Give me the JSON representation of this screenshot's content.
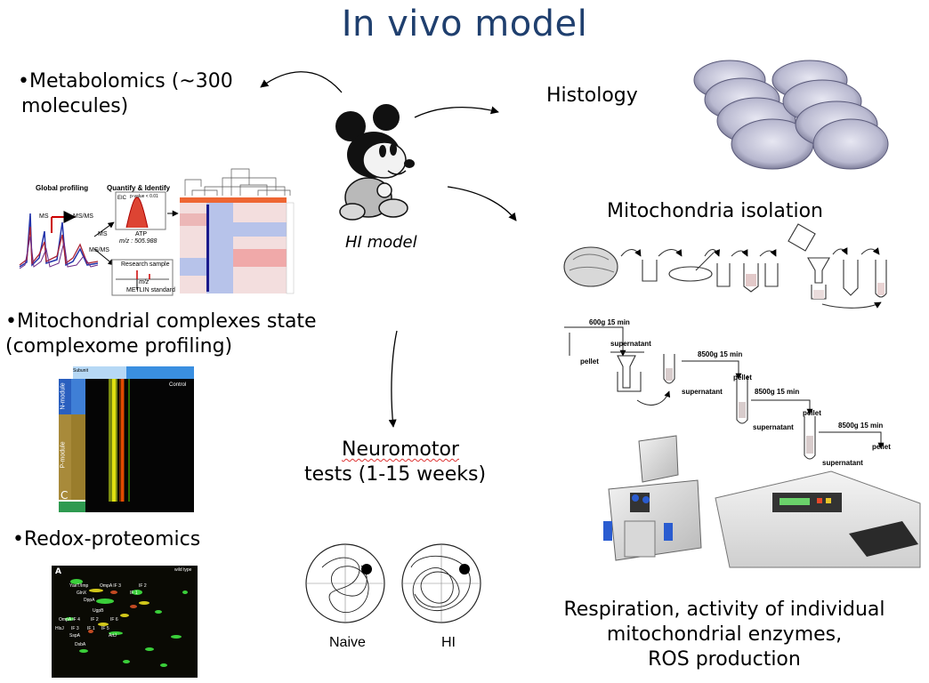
{
  "title": "In vivo model",
  "center": {
    "label": "HI model"
  },
  "left": {
    "metabolomics": {
      "line1": "•Metabolomics (~300",
      "line2": "molecules)"
    },
    "metabolomics_figure": {
      "global_profiling": "Global profiling",
      "quantify_identify": "Quantify & Identify",
      "ms": "MS",
      "ms_msms": "MS/MS",
      "ms_left": "MS",
      "msms_left": "MS/MS",
      "eic": "EIC",
      "pvalue": "p-value < 0.01",
      "atp": "ATP",
      "mz": "m/z : 505.988",
      "research_sample": "Research sample",
      "mz2": "m/z",
      "metlin": "METLIN standard"
    },
    "complexes": {
      "line1": "•Mitochondrial complexes state",
      "line2": "(complexome profiling)"
    },
    "complexome_figure": {
      "subunit": "Subunit",
      "n_module": "N-module",
      "p_module": "P-module",
      "c": "C",
      "control": "Control"
    },
    "redox": {
      "label": "•Redox-proteomics"
    },
    "redox_figure": {
      "panel": "A",
      "wild_type": "wild type",
      "spots": [
        "YaeT/Imp",
        "OmpA IF 3",
        "IF 2",
        "GlnX",
        "IF 1",
        "DppA",
        "UgpB",
        "OmpA IF 4",
        "IF 2",
        "IF 6",
        "HlsJ",
        "IF 3",
        "IF 1",
        "IF 5",
        "SspA",
        "ArtJ",
        "DsbA"
      ]
    }
  },
  "right": {
    "histology": {
      "label": "Histology"
    },
    "mito_isolation": {
      "label": "Mitochondria isolation"
    },
    "centrifugation": {
      "step1": "600g 15 min",
      "supernatant1": "supernatant",
      "pellet1": "pellet",
      "step2": "8500g 15 min",
      "supernatant2": "supernatant",
      "pellet2": "pellet",
      "step3": "8500g 15 min",
      "supernatant3": "supernatant",
      "pellet3": "pellet",
      "step4": "8500g 15 min",
      "supernatant4": "supernatant",
      "pellet4": "pellet"
    },
    "respiration": {
      "line1": "Respiration, activity of individual",
      "line2": "mitochondrial enzymes,",
      "line3": "ROS production"
    }
  },
  "neuromotor": {
    "word1": "Neuromotor",
    "line2": "tests (1-15 weeks)",
    "maze_labels": [
      "Naive",
      "HI"
    ]
  },
  "colors": {
    "title": "#1f3f6e",
    "squiggle": "#d33"
  }
}
